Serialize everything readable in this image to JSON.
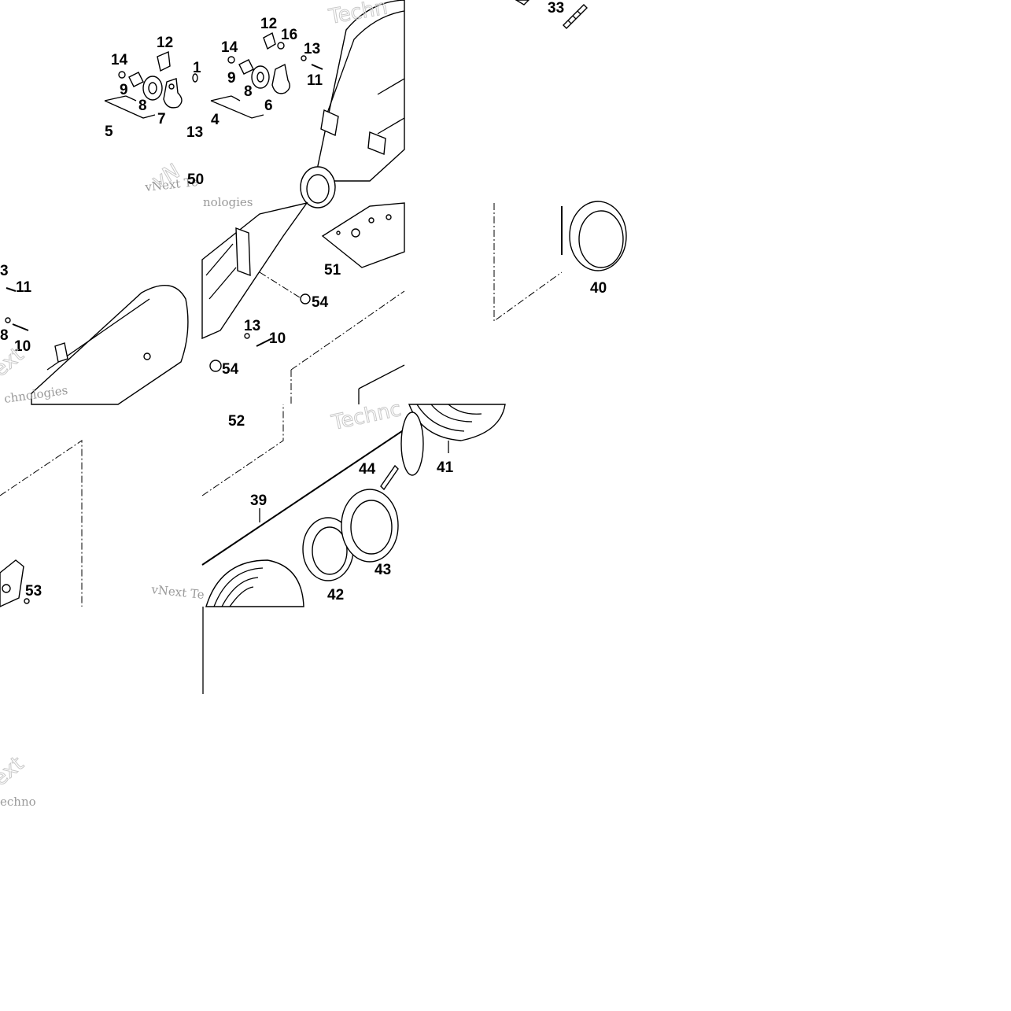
{
  "diagram": {
    "labels": {
      "p12a": "12",
      "p14a": "14",
      "p1a": "1",
      "p9a": "9",
      "p8a": "8",
      "p7a": "7",
      "p5": "5",
      "p13a": "13",
      "p12b": "12",
      "p16": "16",
      "p14b": "14",
      "p13b": "13",
      "p9b": "9",
      "p11a": "11",
      "p8b": "8",
      "p6": "6",
      "p4": "4",
      "p33": "33",
      "p50": "50",
      "p51": "51",
      "p40": "40",
      "p3": "3",
      "p11b": "11",
      "p54a": "54",
      "p8c": "8",
      "p13c": "13",
      "p10a": "10",
      "p10b": "10",
      "p54b": "54",
      "p52": "52",
      "p41": "41",
      "p44": "44",
      "p39": "39",
      "p43": "43",
      "p42": "42",
      "p53": "53"
    },
    "watermarks": {
      "brand_top": "Techn",
      "brand_mid": "Technc",
      "brand_left": "ext",
      "brand_bottom": "ext",
      "caption_a": "vNext Te",
      "caption_b": "nologies",
      "caption_c": "chnologies",
      "caption_d": "vNext Te",
      "caption_e": "echno"
    }
  }
}
